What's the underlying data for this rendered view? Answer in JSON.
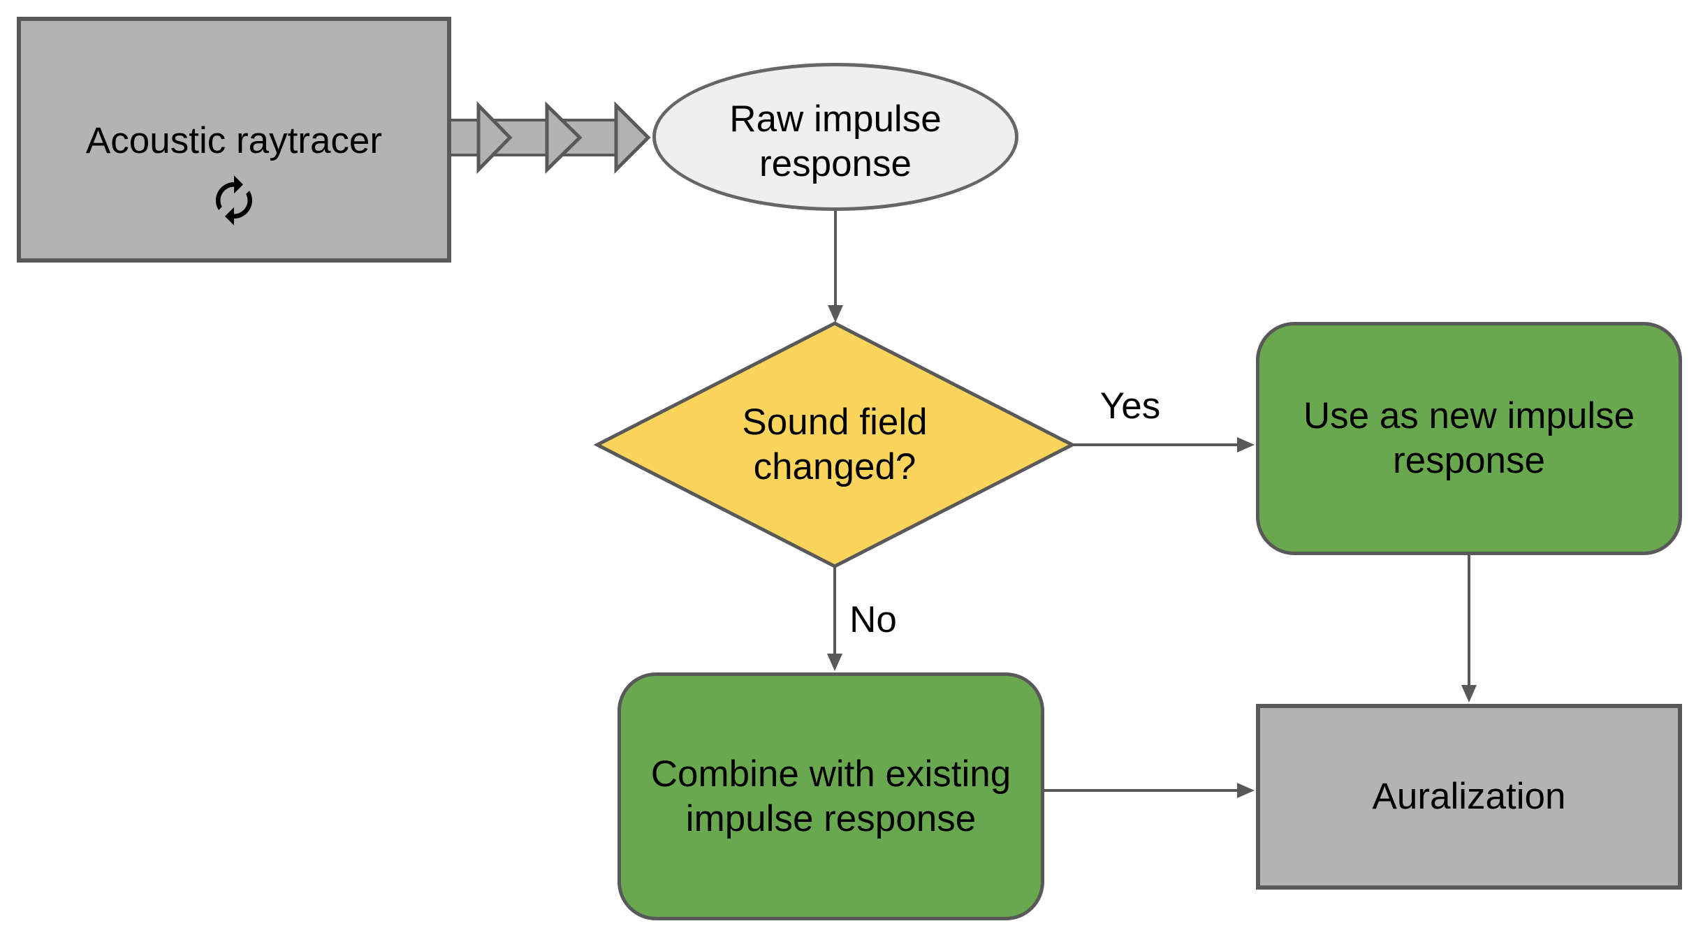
{
  "diagram_type": "flowchart",
  "colors": {
    "background": "#ffffff",
    "gray_fill": "#b3b3b3",
    "light_fill": "#efefef",
    "yellow_fill": "#fbd45c",
    "green_fill": "#6aa84f",
    "border_dark": "#595959",
    "border_mid": "#666666",
    "line": "#595959",
    "text": "#000000"
  },
  "nodes": {
    "raytracer": {
      "shape": "rectangle",
      "icon": "refresh-cycle-icon",
      "lines": [
        "Acoustic raytracer"
      ]
    },
    "raw_ir": {
      "shape": "ellipse",
      "lines": [
        "Raw impulse",
        "response"
      ]
    },
    "decision": {
      "shape": "diamond",
      "lines": [
        "Sound field",
        "changed?"
      ]
    },
    "use_new": {
      "shape": "rounded-rectangle",
      "lines": [
        "Use as new impulse",
        "response"
      ]
    },
    "combine": {
      "shape": "rounded-rectangle",
      "lines": [
        "Combine with existing",
        "impulse response"
      ]
    },
    "auralization": {
      "shape": "rectangle",
      "lines": [
        "Auralization"
      ]
    }
  },
  "edge_labels": {
    "yes": "Yes",
    "no": "No"
  }
}
